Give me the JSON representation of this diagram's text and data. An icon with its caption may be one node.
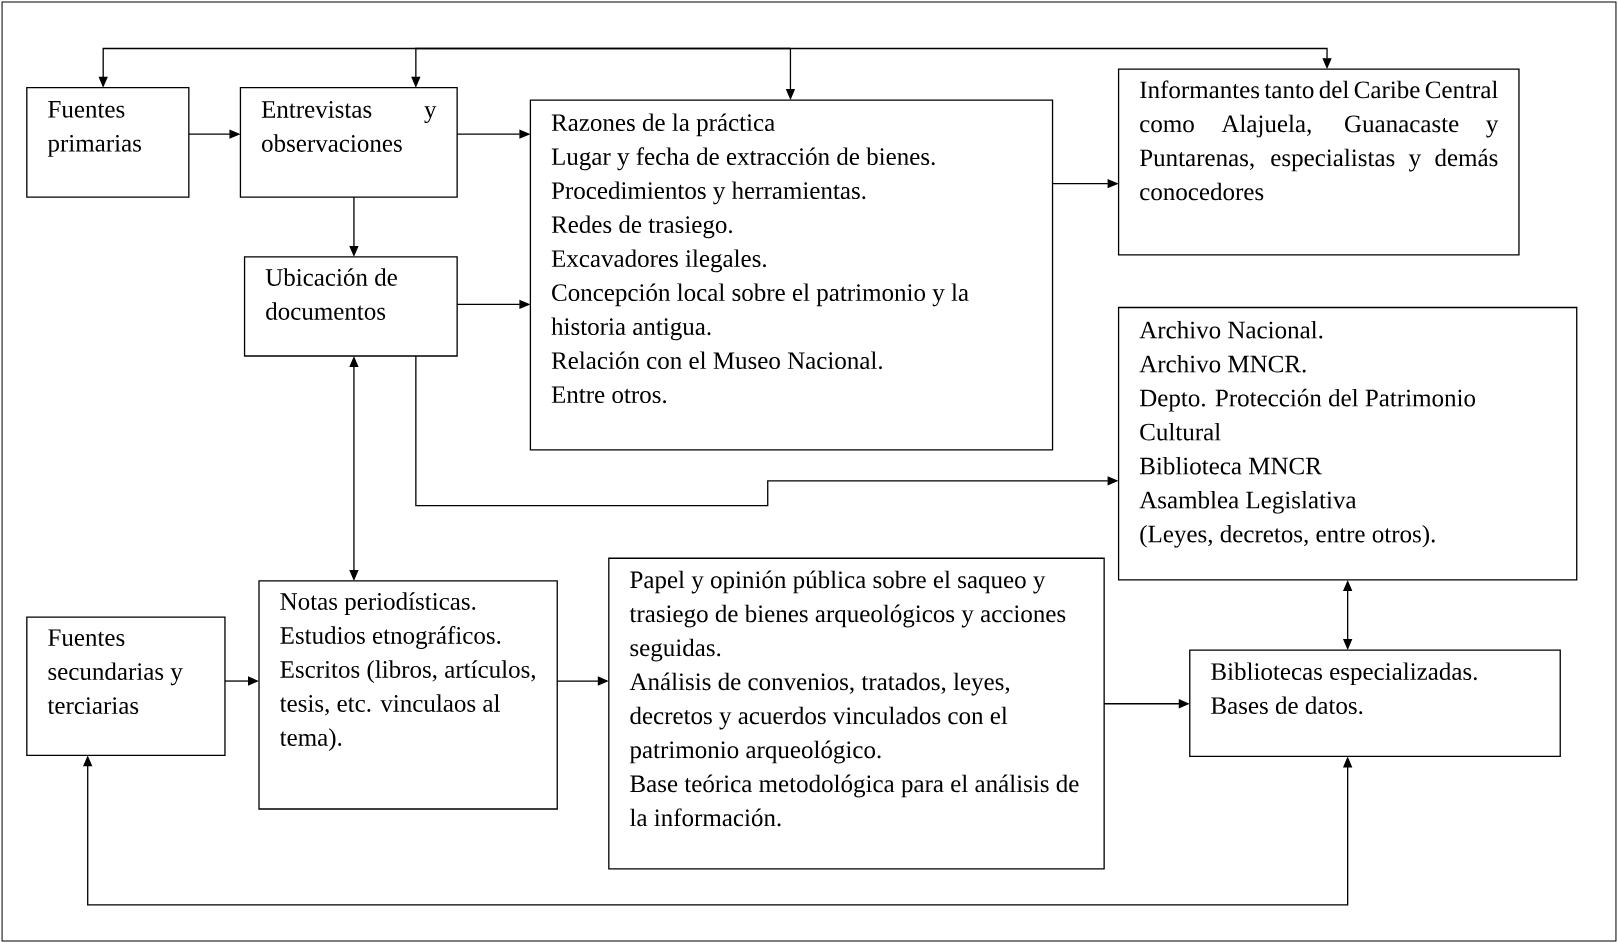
{
  "diagram": {
    "nodes": [
      {
        "text": [
          "Fuentes primarias"
        ]
      },
      {
        "text": [
          "Entrevistas y observaciones"
        ]
      },
      {
        "text": [
          "Razones de la práctica",
          "Lugar y fecha de extracción de bienes.",
          "Procedimientos y herramientas.",
          "Redes de trasiego.",
          "Excavadores ilegales.",
          "Concepción local sobre el patrimonio y la historia antigua.",
          "Relación con el Museo Nacional.",
          "Entre otros."
        ]
      },
      {
        "text": [
          "Informantes tanto del Caribe Central como Alajuela, Guanacaste y Puntarenas, especialistas y demás conocedores"
        ]
      },
      {
        "text": [
          "Ubicación de documentos"
        ]
      },
      {
        "text": [
          "Archivo Nacional.",
          "Archivo MNCR.",
          "Depto. Protección del Patrimonio Cultural",
          "Biblioteca MNCR",
          "Asamblea Legislativa",
          "(Leyes, decretos, entre otros)."
        ]
      },
      {
        "text": [
          "Fuentes secundarias y terciarias"
        ]
      },
      {
        "text": [
          "Notas periodísticas.",
          "Estudios etnográficos.",
          "Escritos (libros, artículos, tesis, etc. vinculaos al tema)."
        ]
      },
      {
        "text": [
          "Papel y opinión pública sobre el saqueo y trasiego de bienes arqueológicos y acciones seguidas.",
          "Análisis de convenios, tratados, leyes, decretos y acuerdos vinculados con el patrimonio arqueológico.",
          "Base teórica metodológica para el análisis de la información."
        ]
      },
      {
        "text": [
          "Bibliotecas especializadas.",
          "Bases de datos."
        ]
      }
    ],
    "edges": [
      {
        "from": null,
        "to": 0,
        "arrow": "to"
      },
      {
        "from": null,
        "to": 1,
        "arrow": "to"
      },
      {
        "from": null,
        "to": 2,
        "arrow": "to"
      },
      {
        "from": null,
        "to": 3,
        "arrow": "to"
      },
      {
        "from": 0,
        "to": 1,
        "arrow": "to"
      },
      {
        "from": 1,
        "to": 2,
        "arrow": "to"
      },
      {
        "from": 1,
        "to": 4,
        "arrow": "to"
      },
      {
        "from": 4,
        "to": 2,
        "arrow": "to"
      },
      {
        "from": 2,
        "to": 3,
        "arrow": "to"
      },
      {
        "from": 4,
        "to": 5,
        "arrow": "to"
      },
      {
        "from": 4,
        "to": 7,
        "arrow": "both"
      },
      {
        "from": 6,
        "to": 7,
        "arrow": "to"
      },
      {
        "from": 7,
        "to": 8,
        "arrow": "to"
      },
      {
        "from": 8,
        "to": 9,
        "arrow": "to"
      },
      {
        "from": 5,
        "to": 9,
        "arrow": "both"
      },
      {
        "from": 6,
        "to": 9,
        "arrow": "both"
      }
    ]
  }
}
